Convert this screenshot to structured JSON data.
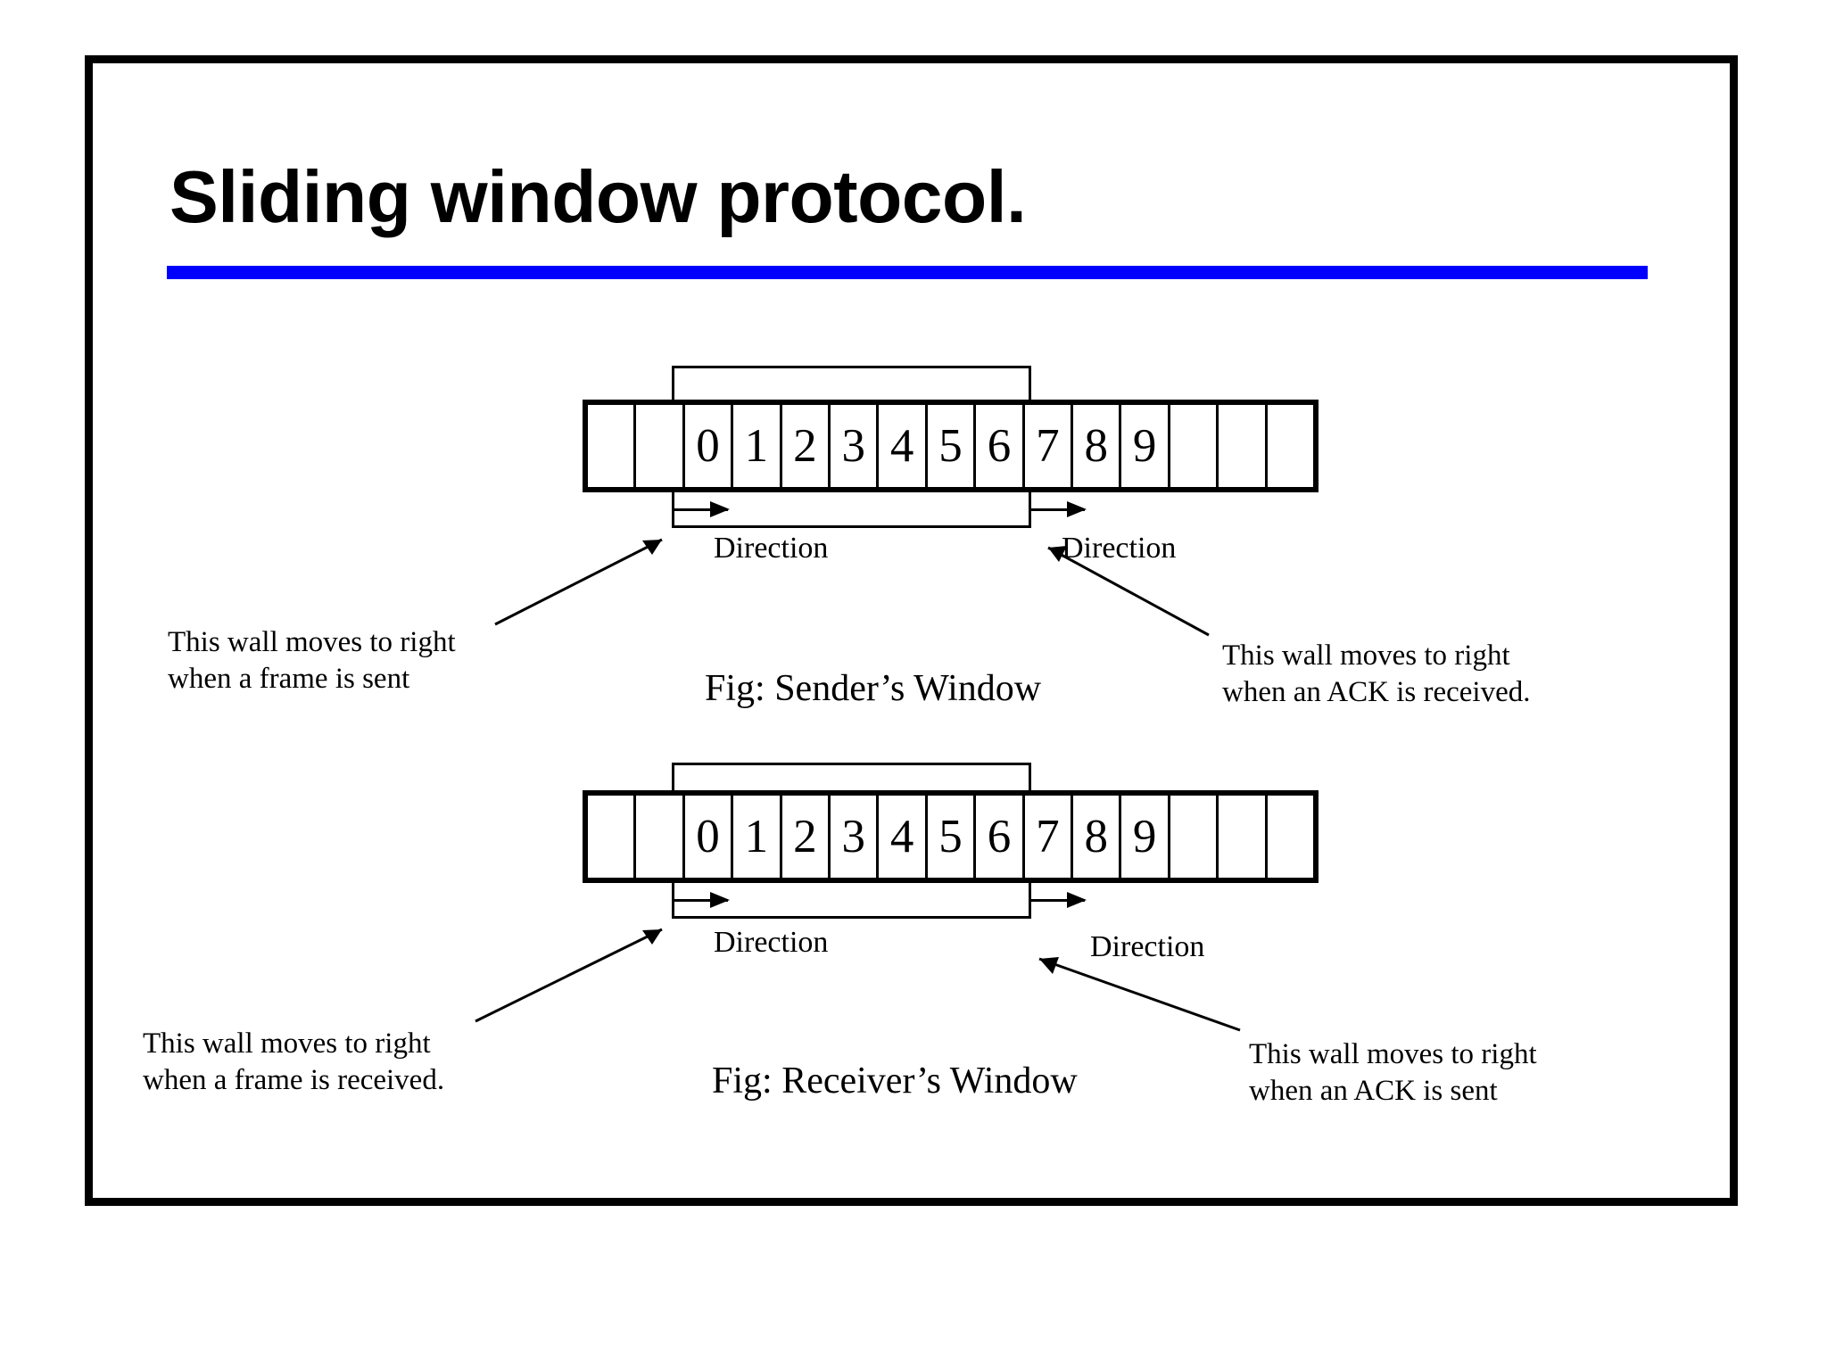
{
  "slide": {
    "title": "Sliding window protocol.",
    "accent_color": "#0000ff",
    "border_color": "#000000",
    "background_color": "#ffffff"
  },
  "diagrams": [
    {
      "id": "senders-window",
      "caption": "Fig: Sender’s Window",
      "cells": [
        "",
        "",
        "0",
        "1",
        "2",
        "3",
        "4",
        "5",
        "6",
        "7",
        "8",
        "9",
        "",
        "",
        ""
      ],
      "window_start_index": 2,
      "window_end_index": 8,
      "total_cells": 15,
      "direction_left_label": "Direction",
      "direction_right_label": "Direction",
      "note_left_line1": "This wall moves to right",
      "note_left_line2": "when a frame is sent",
      "note_right_line1": "This wall moves to right",
      "note_right_line2": "when an ACK is received."
    },
    {
      "id": "receivers-window",
      "caption": "Fig: Receiver’s Window",
      "cells": [
        "",
        "",
        "0",
        "1",
        "2",
        "3",
        "4",
        "5",
        "6",
        "7",
        "8",
        "9",
        "",
        "",
        ""
      ],
      "window_start_index": 2,
      "window_end_index": 8,
      "total_cells": 15,
      "direction_left_label": "Direction",
      "direction_right_label": "Direction",
      "note_left_line1": "This wall moves to right",
      "note_left_line2": "when a frame is received.",
      "note_right_line1": "This wall moves to right",
      "note_right_line2": "when an ACK is sent"
    }
  ]
}
